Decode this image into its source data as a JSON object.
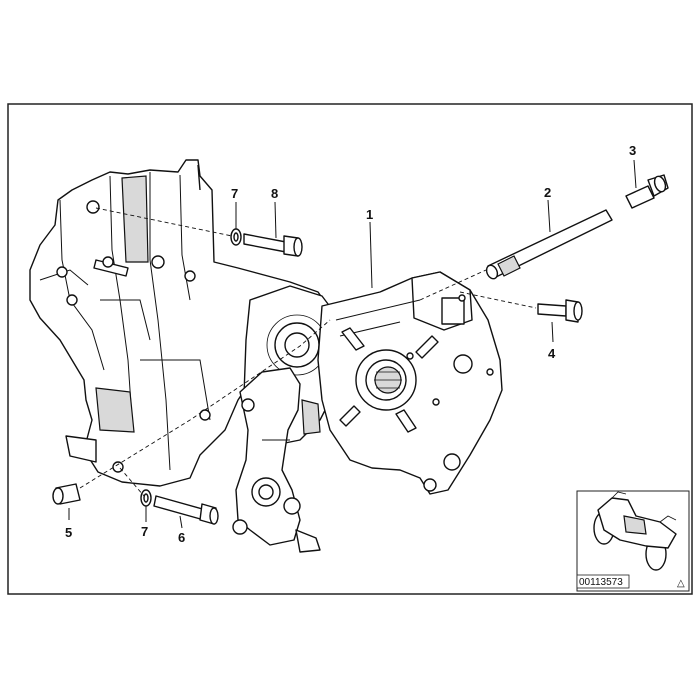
{
  "diagram": {
    "callouts": [
      {
        "id": "c1",
        "label": "1"
      },
      {
        "id": "c2",
        "label": "2"
      },
      {
        "id": "c3",
        "label": "3"
      },
      {
        "id": "c4",
        "label": "4"
      },
      {
        "id": "c5",
        "label": "5"
      },
      {
        "id": "c6",
        "label": "6"
      },
      {
        "id": "c7a",
        "label": "7"
      },
      {
        "id": "c7b",
        "label": "7"
      },
      {
        "id": "c8",
        "label": "8"
      }
    ],
    "reference_number": "00113573",
    "corner_mark": "△"
  }
}
